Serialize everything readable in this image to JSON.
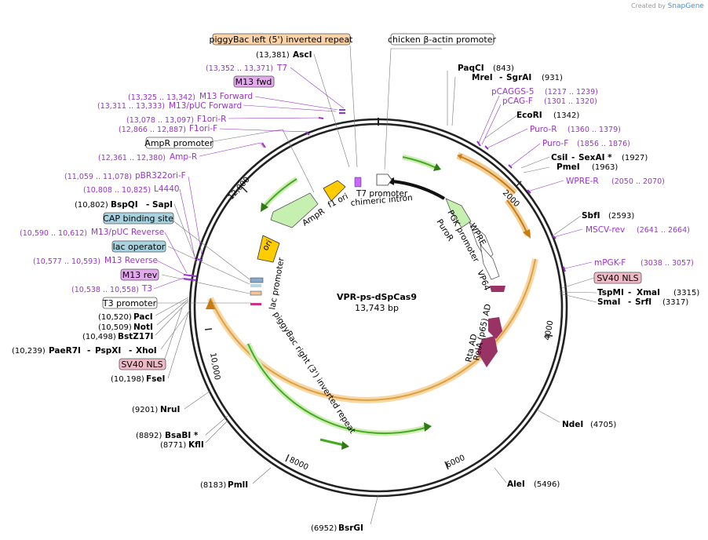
{
  "credit": {
    "created_by": "Created by",
    "brand": "SnapGene"
  },
  "map": {
    "name": "VPR-ps-dSpCas9",
    "size": "13,743 bp"
  },
  "ruler": [
    "2000",
    "4000",
    "6000",
    "8000",
    "10,000",
    "12,000"
  ],
  "colors": {
    "orange": "#e89a2c",
    "green": "#66cc33",
    "maroon": "#993366",
    "yellow": "#ffcc00",
    "purple": "#9933cc"
  },
  "enzymes": {
    "asci": {
      "pos": "(13,381)",
      "name": "AscI"
    },
    "paqci": {
      "name": "PaqCI",
      "pos": "(843)"
    },
    "mrei": {
      "name": "MreI",
      "sep": "-",
      "name2": "SgrAI",
      "pos": "(931)"
    },
    "ecori": {
      "name": "EcoRI",
      "pos": "(1342)"
    },
    "csii": {
      "name": "CsiI",
      "sep": "-",
      "name2": "SexAI *",
      "pos": "(1927)"
    },
    "pmei": {
      "name": "PmeI",
      "pos": "(1963)"
    },
    "sbfi": {
      "name": "SbfI",
      "pos": "(2593)"
    },
    "tspmi": {
      "name": "TspMI",
      "sep": "-",
      "name2": "XmaI",
      "pos": "(3315)"
    },
    "smai": {
      "name": "SmaI",
      "sep": "-",
      "name2": "SrfI",
      "pos": "(3317)"
    },
    "ndei": {
      "name": "NdeI",
      "pos": "(4705)"
    },
    "alei": {
      "name": "AleI",
      "pos": "(5496)"
    },
    "bsrgi": {
      "pos": "(6952)",
      "name": "BsrGI"
    },
    "pmli": {
      "pos": "(8183)",
      "name": "PmlI"
    },
    "kfli": {
      "pos": "(8771)",
      "name": "KflI"
    },
    "bsabi": {
      "pos": "(8892)",
      "name": "BsaBI *"
    },
    "nrui": {
      "pos": "(9201)",
      "name": "NruI"
    },
    "fsei": {
      "pos": "(10,198)",
      "name": "FseI"
    },
    "paer7i": {
      "pos": "(10,239)",
      "name": "PaeR7I",
      "sep": "-",
      "name2": "PspXI",
      "sep2": "-",
      "name3": "XhoI"
    },
    "bstz17i": {
      "pos": "(10,498)",
      "name": "BstZ17I"
    },
    "noti": {
      "pos": "(10,509)",
      "name": "NotI"
    },
    "paci": {
      "pos": "(10,520)",
      "name": "PacI"
    },
    "bspqi": {
      "pos": "(10,802)",
      "name": "BspQI",
      "sep": "-",
      "name2": "SapI"
    }
  },
  "primers": {
    "t7": {
      "range": "(13,352 .. 13,371)",
      "name": "T7"
    },
    "m13fwd_a": {
      "range": "(13,325 .. 13,342)",
      "name": "M13 Forward"
    },
    "m13puc_fwd": {
      "range": "(13,311 .. 13,333)",
      "name": "M13/pUC Forward"
    },
    "f1ori_r": {
      "range": "(13,078 .. 13,097)",
      "name": "F1ori-R"
    },
    "f1ori_f": {
      "range": "(12,866 .. 12,887)",
      "name": "F1ori-F"
    },
    "amp_r": {
      "range": "(12,361 .. 12,380)",
      "name": "Amp-R"
    },
    "pbr322": {
      "range": "(11,059 .. 11,078)",
      "name": "pBR322ori-F"
    },
    "l4440": {
      "range": "(10,808 .. 10,825)",
      "name": "L4440"
    },
    "m13puc_rev": {
      "range": "(10,590 .. 10,612)",
      "name": "M13/pUC Reverse"
    },
    "m13rev_a": {
      "range": "(10,577 .. 10,593)",
      "name": "M13 Reverse"
    },
    "t3": {
      "range": "(10,538 .. 10,558)",
      "name": "T3"
    },
    "pcaggs5": {
      "name": "pCAGGS-5",
      "range": "(1217 .. 1239)"
    },
    "pcagf": {
      "name": "pCAG-F",
      "range": "(1301 .. 1320)"
    },
    "puror": {
      "name": "Puro-R",
      "range": "(1360 .. 1379)"
    },
    "purof": {
      "name": "Puro-F",
      "range": "(1856 .. 1876)"
    },
    "wprer": {
      "name": "WPRE-R",
      "range": "(2050 .. 2070)"
    },
    "mscvrev": {
      "name": "MSCV-rev",
      "range": "(2641 .. 2664)"
    },
    "mpgkf": {
      "name": "mPGK-F",
      "range": "(3038 .. 3057)"
    }
  },
  "boxes": {
    "piggybac_left": "piggyBac left (5') inverted repeat",
    "chicken_actin": "chicken β-actin promoter",
    "m13fwd": "M13 fwd",
    "ampr_promoter": "AmpR promoter",
    "cap": "CAP binding site",
    "lacop": "lac operator",
    "m13rev": "M13 rev",
    "t3_promoter": "T3 promoter",
    "sv40_left": "SV40 NLS",
    "sv40_right": "SV40 NLS"
  },
  "features": {
    "t7_promoter": "T7 promoter",
    "chimeric_intron": "chimeric intron",
    "f1_ori": "f1 ori",
    "ampr": "AmpR",
    "ori": "ori",
    "lac_promoter": "lac promoter",
    "piggybac_right": "piggyBac right (3') inverted repeat",
    "puror": "PuroR",
    "wpre": "WPRE",
    "pgk": "PGK promoter",
    "vp64": "VP64",
    "p65": "RelA (p65) AD",
    "rta": "Rta AD"
  }
}
